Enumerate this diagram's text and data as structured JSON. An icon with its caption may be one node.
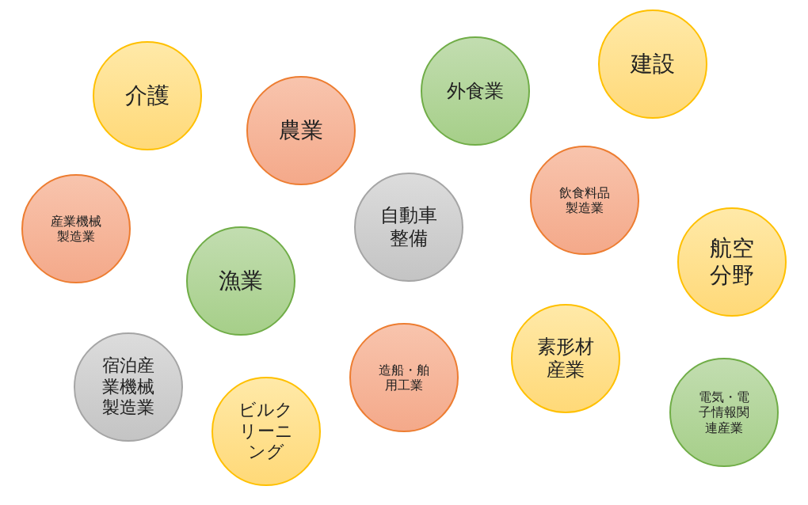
{
  "diagram": {
    "nodes": [
      {
        "text": [
          "介護"
        ]
      },
      {
        "text": [
          "農業"
        ]
      },
      {
        "text": [
          "外食業"
        ]
      },
      {
        "text": [
          "建設"
        ]
      },
      {
        "text": [
          "産業機械製造業"
        ]
      },
      {
        "text": [
          "漁業"
        ]
      },
      {
        "text": [
          "自動車整備"
        ]
      },
      {
        "text": [
          "飲食料品製造業"
        ]
      },
      {
        "text": [
          "航空分野"
        ]
      },
      {
        "text": [
          "宿泊産業機械製造業"
        ]
      },
      {
        "text": [
          "ビルクリーニング"
        ]
      },
      {
        "text": [
          "造船・舶用工業"
        ]
      },
      {
        "text": [
          "素形材産業"
        ]
      },
      {
        "text": [
          "電気・電子情報関連産業"
        ]
      }
    ]
  }
}
